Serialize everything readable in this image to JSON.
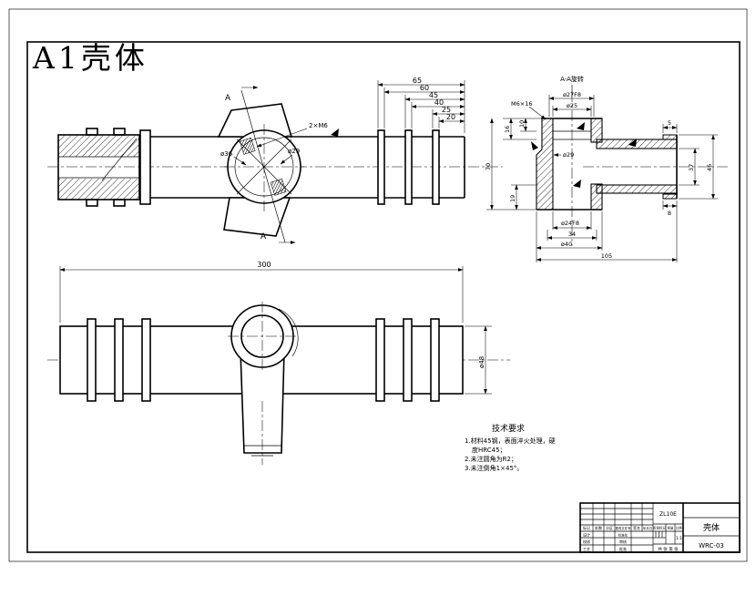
{
  "page": {
    "title": "A1壳体",
    "title_color": "#f20000",
    "line_color": "#000000"
  },
  "main_view": {
    "dims": [
      "65",
      "60",
      "45",
      "40",
      "25",
      "20"
    ],
    "label_thread": "2×M6",
    "label_outer": "ø36",
    "label_bore": "ø29",
    "section_letter": "A"
  },
  "section_view": {
    "name": "A-A旋转",
    "dim_bore_top": "ø27F8",
    "dim_bore_mid": "ø25",
    "dim_thread": "M6×16",
    "dim_10": "10",
    "dim_16": "16",
    "dim_70": "70",
    "dim_19": "19",
    "dim_29": "ø29",
    "dim_bore_bottom": "ø24F8",
    "dim_34": "34",
    "dim_40": "ø40",
    "dim_105": "105",
    "dim_5": "5",
    "dim_37": "37",
    "dim_46": "46",
    "dim_8": "8"
  },
  "bottom_view": {
    "dim_length": "300",
    "dim_od": "ø48"
  },
  "tech_req": {
    "heading": "技术要求",
    "line1": "1.材料45钢，表面淬火处理，硬",
    "line2": "度HRC45；",
    "line3": "2.未注圆角为R2；",
    "line4": "3.未注倒角1×45°。"
  },
  "title_block": {
    "model": "ZL10E",
    "part_name": "壳体",
    "drawing_no": "WRC-03",
    "scale": "1:1",
    "sheet": "共 张 第 张",
    "col_mark": "标记",
    "col_count": "处数",
    "col_zone": "分区",
    "col_doc": "更改文件号",
    "col_sign": "签名",
    "col_date": "年月日",
    "row_design": "设计",
    "row_check": "校核",
    "row_process": "工艺",
    "row_std": "标准化",
    "row_audit": "审核",
    "row_approve": "批准",
    "stage": "阶段标记",
    "mass": "质量",
    "ratio": "比例"
  }
}
